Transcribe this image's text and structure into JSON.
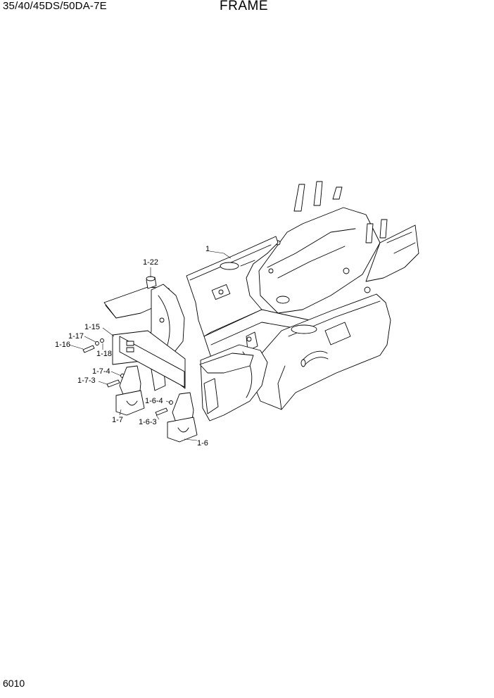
{
  "header": {
    "model": "35/40/45DS/50DA-7E",
    "title": "FRAME"
  },
  "footer": {
    "page_number": "6010"
  },
  "callouts": {
    "c1": "1",
    "c1_22": "1-22",
    "c1_15": "1-15",
    "c1_17": "1-17",
    "c1_16": "1-16",
    "c1_18": "1-18",
    "c1_7_4": "1-7-4",
    "c1_7_3": "1-7-3",
    "c1_7": "1-7",
    "c1_6_4": "1-6-4",
    "c1_6_3": "1-6-3",
    "c1_6": "1-6"
  }
}
